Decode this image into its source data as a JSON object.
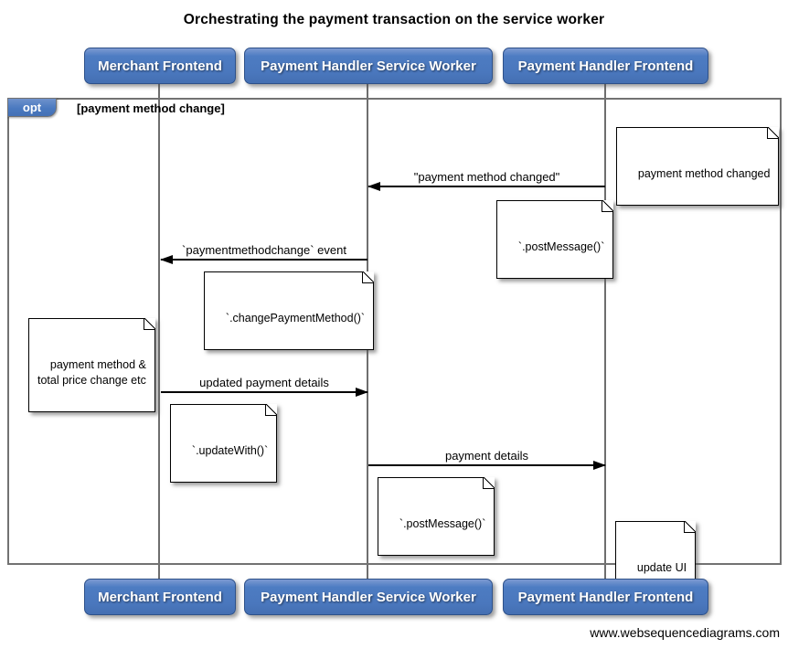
{
  "title": "Orchestrating the payment transaction on the service worker",
  "actors": [
    {
      "label": "Merchant Frontend"
    },
    {
      "label": "Payment Handler Service Worker"
    },
    {
      "label": "Payment Handler Frontend"
    }
  ],
  "fragment": {
    "operator": "opt",
    "guard": "[payment method change]"
  },
  "notes": [
    {
      "text": "payment method changed"
    },
    {
      "text": "`.postMessage()`"
    },
    {
      "text": "`.changePaymentMethod()`"
    },
    {
      "text": "payment method &\ntotal price change etc"
    },
    {
      "text": "`.updateWith()`"
    },
    {
      "text": "`.postMessage()`"
    },
    {
      "text": "update UI"
    }
  ],
  "messages": [
    {
      "label": "\"payment method changed\"",
      "from": "Payment Handler Frontend",
      "to": "Payment Handler Service Worker",
      "direction": "left"
    },
    {
      "label": "`paymentmethodchange` event",
      "from": "Payment Handler Service Worker",
      "to": "Merchant Frontend",
      "direction": "left"
    },
    {
      "label": "updated payment details",
      "from": "Merchant Frontend",
      "to": "Payment Handler Service Worker",
      "direction": "right"
    },
    {
      "label": "payment details",
      "from": "Payment Handler Service Worker",
      "to": "Payment Handler Frontend",
      "direction": "right"
    }
  ],
  "footer": "www.websequencediagrams.com",
  "colors": {
    "actor_fill": "#4a79bd",
    "actor_border": "#2e5189",
    "frame_border": "#727272",
    "lifeline": "#6e6e6e",
    "note_fill": "#ffffff",
    "text": "#000000"
  }
}
